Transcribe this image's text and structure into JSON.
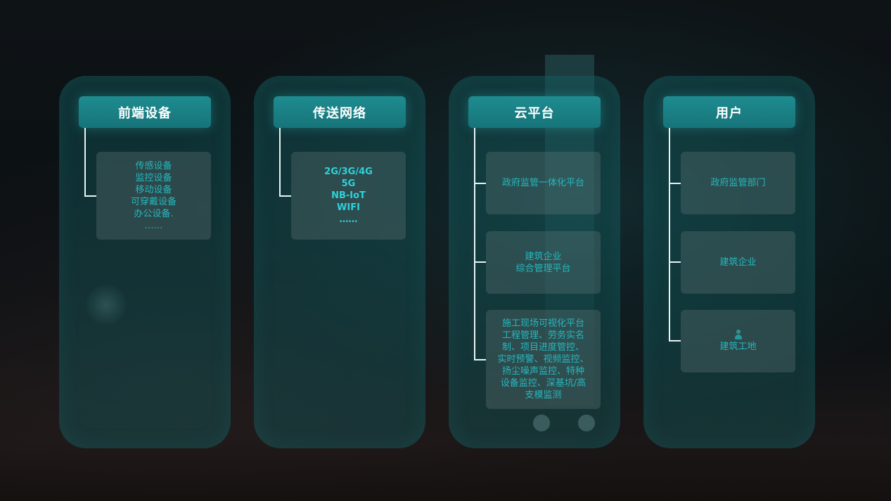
{
  "columns": [
    {
      "title": "前端设备",
      "cards": [
        {
          "lines": [
            "传感设备",
            "监控设备",
            "移动设备",
            "可穿戴设备",
            "办公设备.",
            "……"
          ]
        }
      ]
    },
    {
      "title": "传送网络",
      "cards": [
        {
          "lines": [
            "2G/3G/4G",
            "5G",
            "NB-IoT",
            "WIFI",
            "……"
          ]
        }
      ]
    },
    {
      "title": "云平台",
      "cards": [
        {
          "lines": [
            "政府监管一体化平台"
          ]
        },
        {
          "lines": [
            "建筑企业",
            "综合管理平台"
          ]
        },
        {
          "lines": [
            "施工现场可视化平台",
            "工程管理、劳务实名",
            "制、项目进度管控、",
            "实时预警、视频监控、",
            "扬尘噪声监控、特种",
            "设备监控、深基坑/高",
            "支模监测"
          ]
        }
      ]
    },
    {
      "title": "用户",
      "cards": [
        {
          "lines": [
            "政府监管部门"
          ]
        },
        {
          "lines": [
            "建筑企业"
          ]
        },
        {
          "lines": [
            "建筑工地"
          ]
        }
      ]
    }
  ],
  "icons": {
    "worker": "person-icon"
  }
}
